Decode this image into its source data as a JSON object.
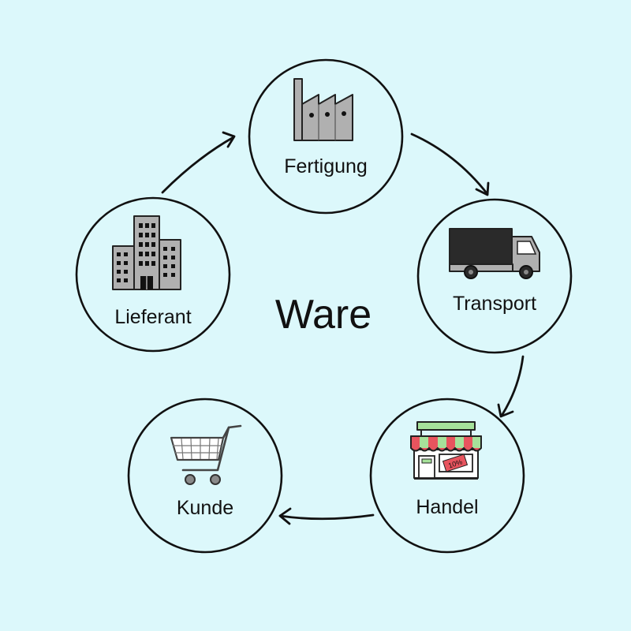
{
  "diagram": {
    "center": {
      "label": "Ware"
    },
    "nodes": [
      {
        "id": "fertigung",
        "label": "Fertigung",
        "icon": "factory-icon"
      },
      {
        "id": "transport",
        "label": "Transport",
        "icon": "truck-icon"
      },
      {
        "id": "handel",
        "label": "Handel",
        "icon": "shop-icon",
        "badge": "10%"
      },
      {
        "id": "kunde",
        "label": "Kunde",
        "icon": "shopping-cart-icon"
      },
      {
        "id": "lieferant",
        "label": "Lieferant",
        "icon": "office-building-icon"
      }
    ],
    "edges": [
      {
        "from": "lieferant",
        "to": "fertigung"
      },
      {
        "from": "fertigung",
        "to": "transport"
      },
      {
        "from": "transport",
        "to": "handel"
      },
      {
        "from": "handel",
        "to": "kunde"
      }
    ],
    "colors": {
      "background": "#dcf8fb",
      "awning_red": "#e8545e",
      "awning_green": "#a6e29a",
      "icon_gray": "#b0b0b0",
      "truck_dark": "#2a2a2a"
    }
  }
}
